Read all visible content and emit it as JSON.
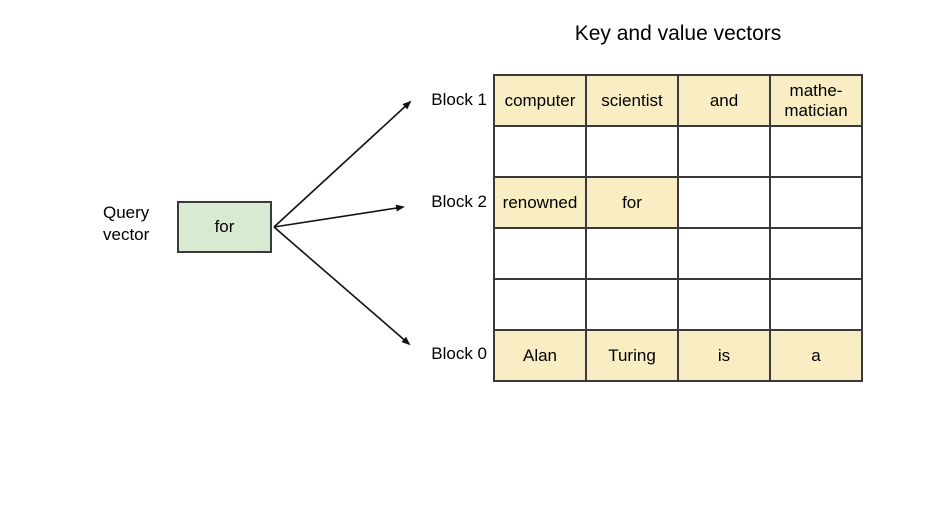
{
  "title": "Key and value vectors",
  "query_vector": {
    "label": "Query\nvector",
    "box_text": "for"
  },
  "colors": {
    "highlight": "#f8edc3",
    "query_box": "#d9ead3",
    "border": "#3a3a3a",
    "arrow": "#111111"
  },
  "table": {
    "rows": [
      {
        "block_label": "Block 1",
        "cells": [
          {
            "text": "computer",
            "hl": true
          },
          {
            "text": "scientist",
            "hl": true
          },
          {
            "text": "and",
            "hl": true
          },
          {
            "text": "mathe-\nmatician",
            "hl": true
          }
        ]
      },
      {
        "block_label": "",
        "cells": [
          {
            "text": "",
            "hl": false
          },
          {
            "text": "",
            "hl": false
          },
          {
            "text": "",
            "hl": false
          },
          {
            "text": "",
            "hl": false
          }
        ]
      },
      {
        "block_label": "Block 2",
        "cells": [
          {
            "text": "renowned",
            "hl": true
          },
          {
            "text": "for",
            "hl": true
          },
          {
            "text": "",
            "hl": false
          },
          {
            "text": "",
            "hl": false
          }
        ]
      },
      {
        "block_label": "",
        "cells": [
          {
            "text": "",
            "hl": false
          },
          {
            "text": "",
            "hl": false
          },
          {
            "text": "",
            "hl": false
          },
          {
            "text": "",
            "hl": false
          }
        ]
      },
      {
        "block_label": "",
        "cells": [
          {
            "text": "",
            "hl": false
          },
          {
            "text": "",
            "hl": false
          },
          {
            "text": "",
            "hl": false
          },
          {
            "text": "",
            "hl": false
          }
        ]
      },
      {
        "block_label": "Block 0",
        "cells": [
          {
            "text": "Alan",
            "hl": true
          },
          {
            "text": "Turing",
            "hl": true
          },
          {
            "text": "is",
            "hl": true
          },
          {
            "text": "a",
            "hl": true
          }
        ]
      }
    ]
  }
}
